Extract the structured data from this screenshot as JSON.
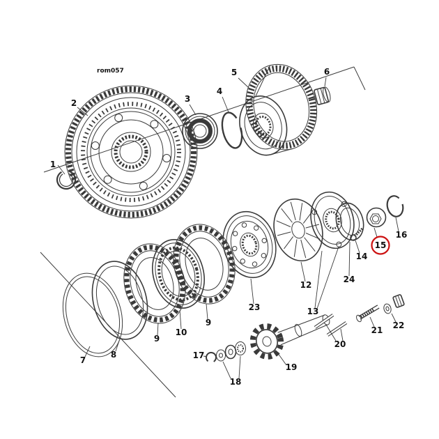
{
  "diagram": {
    "code_label": "rom057",
    "highlighted_part": "15",
    "colors": {
      "line": "#3a3a3a",
      "highlight": "#cc1111",
      "background": "#ffffff"
    },
    "labels": {
      "l1": "1",
      "l2": "2",
      "l3": "3",
      "l4": "4",
      "l5": "5",
      "l6": "6",
      "l7": "7",
      "l8": "8",
      "l9": "9",
      "l10": "10",
      "l12": "12",
      "l13": "13",
      "l14": "14",
      "l15": "15",
      "l16": "16",
      "l17": "17",
      "l18": "18",
      "l19": "19",
      "l20": "20",
      "l21": "21",
      "l22": "22",
      "l23": "23",
      "l24": "24"
    }
  }
}
